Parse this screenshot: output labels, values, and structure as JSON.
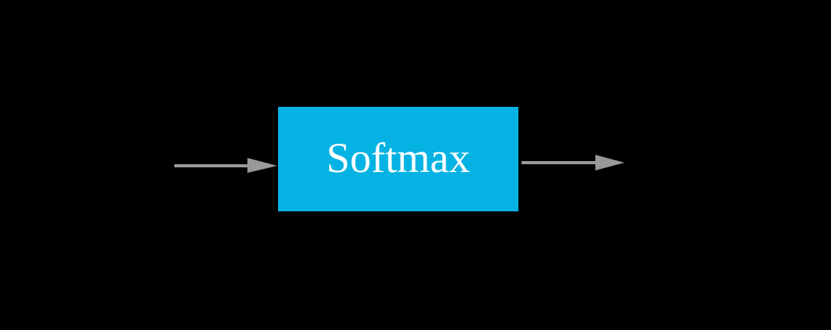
{
  "diagram": {
    "background": "#000000",
    "node": {
      "label": "Softmax",
      "fill": "#04b3e3",
      "text_color": "#ffffff"
    },
    "arrows": [
      {
        "name": "input-arrow",
        "direction": "into node",
        "color": "#999999"
      },
      {
        "name": "output-arrow",
        "direction": "out of node",
        "color": "#999999"
      }
    ]
  }
}
